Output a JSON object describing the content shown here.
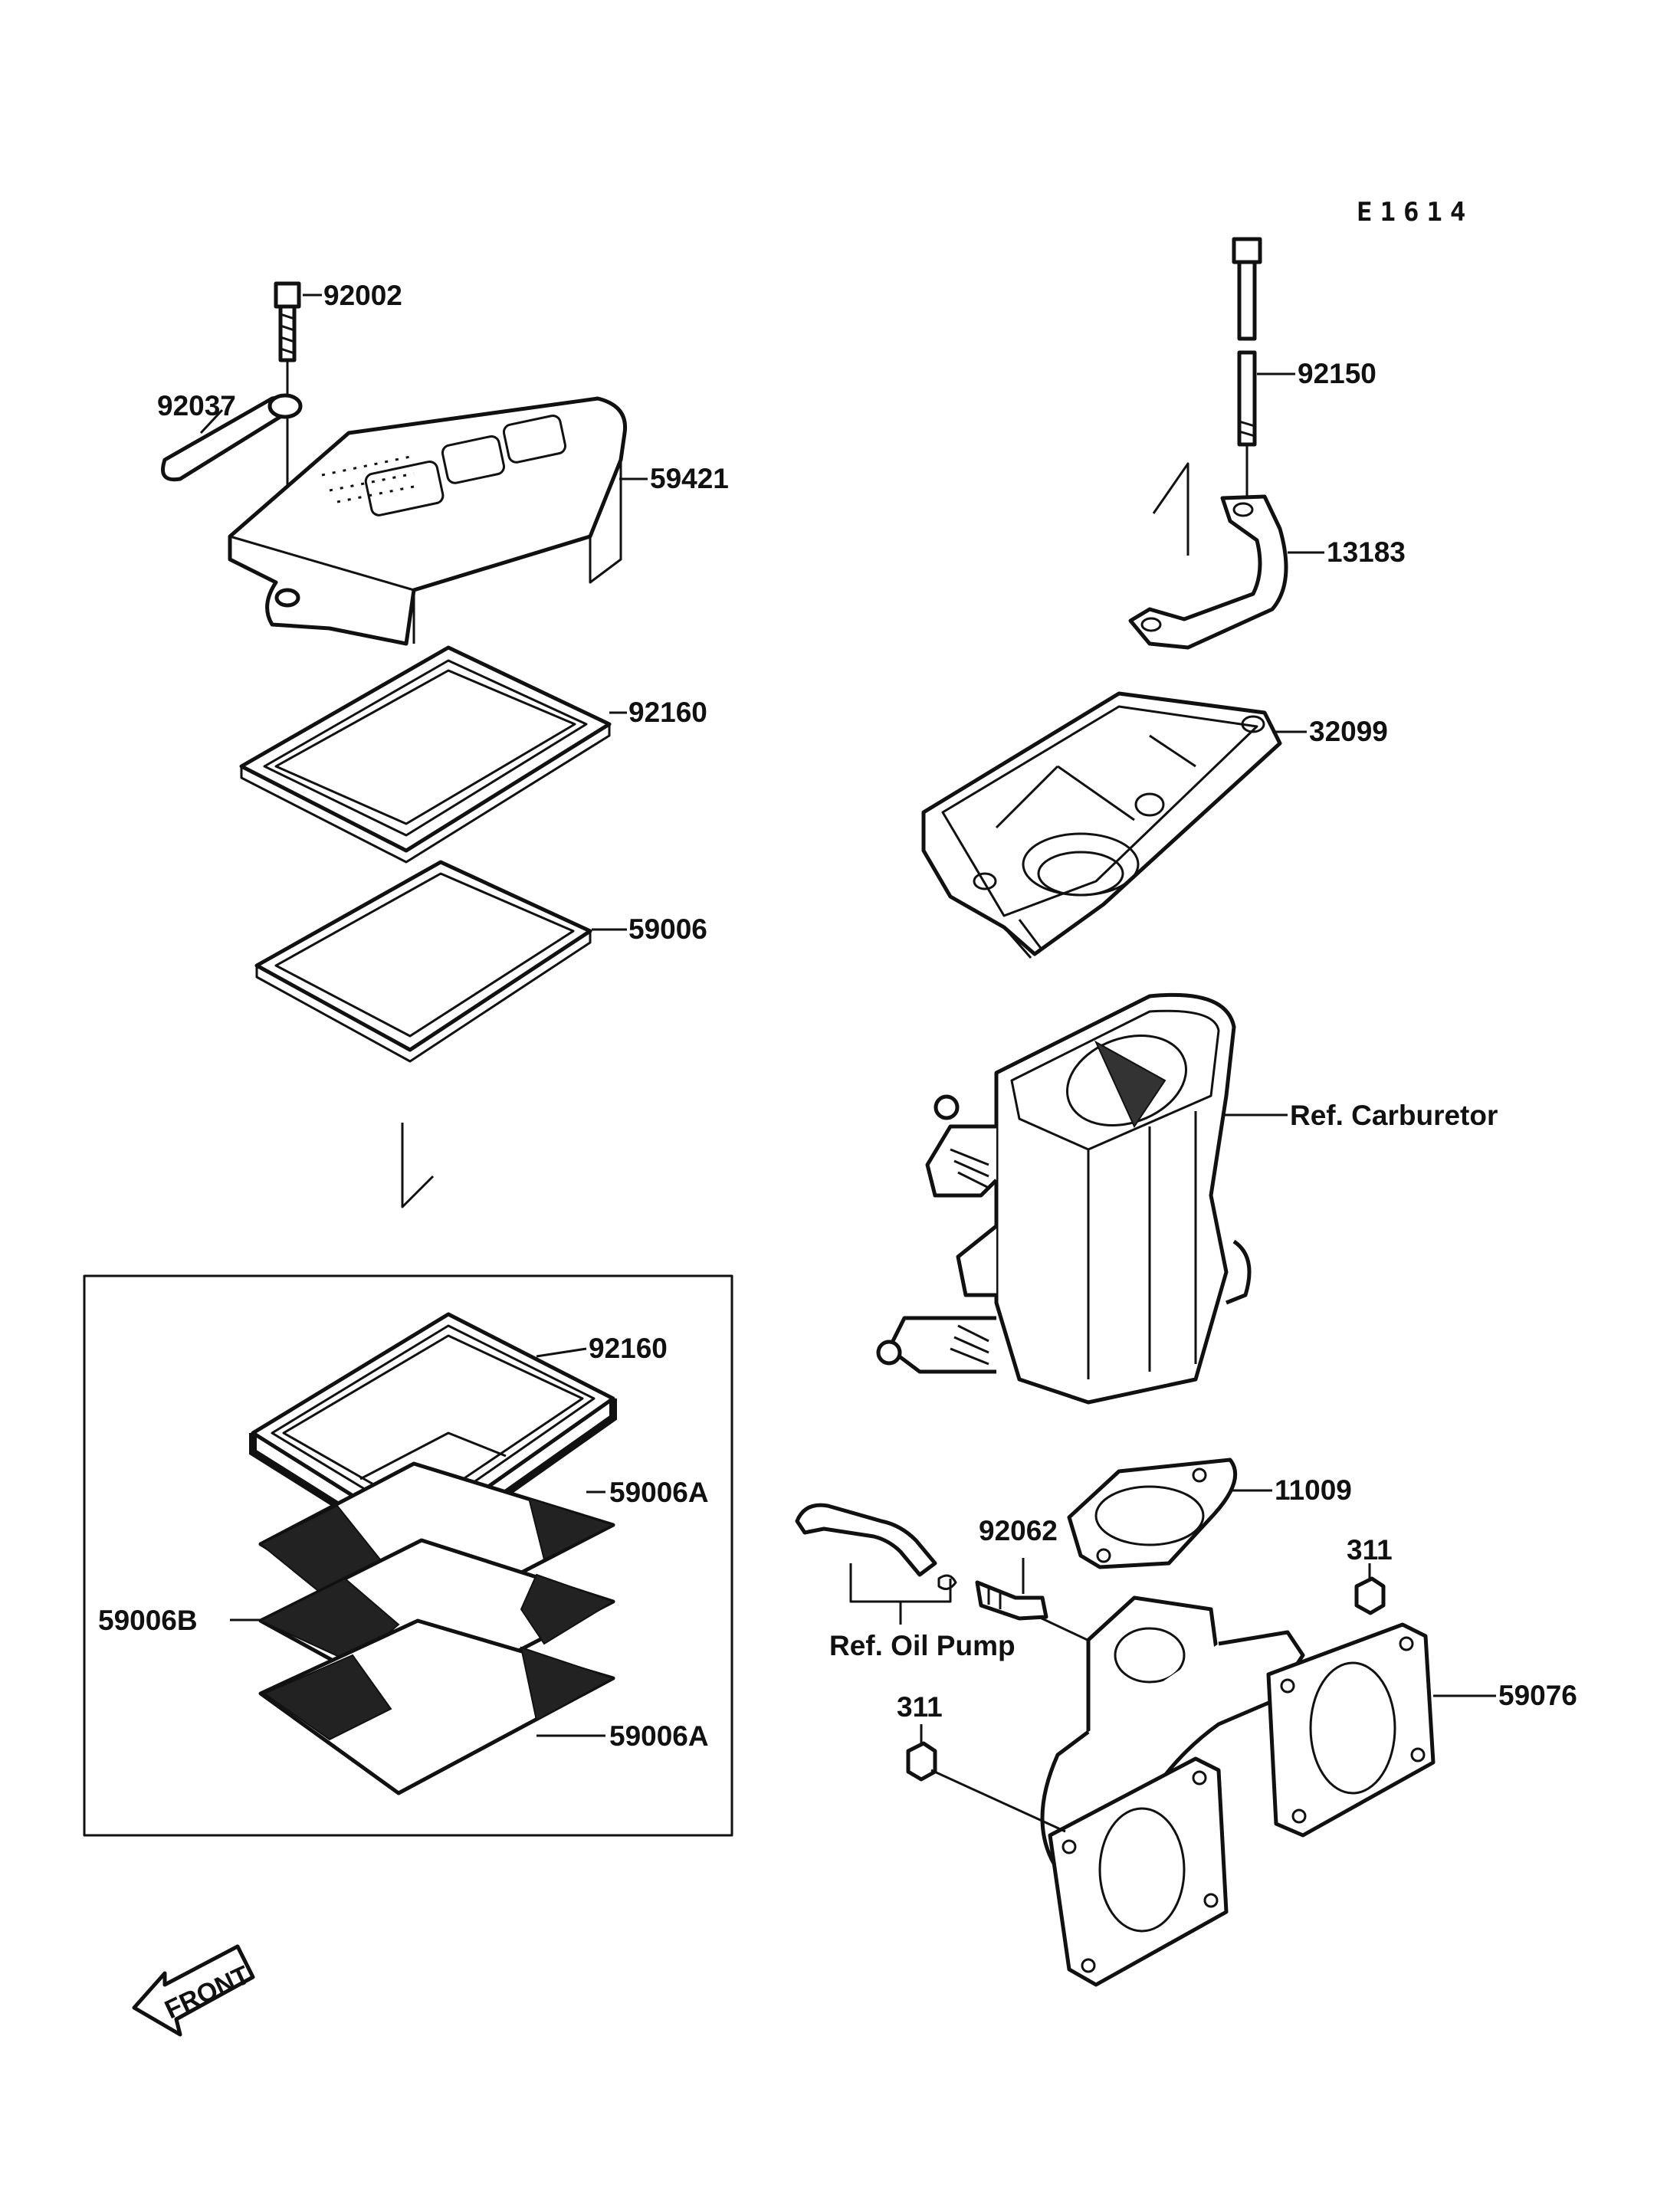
{
  "diagram_code": "E1614",
  "front_label": "FRONT",
  "callouts": {
    "c92002": "92002",
    "c92037": "92037",
    "c59421": "59421",
    "c92160a": "92160",
    "c59006": "59006",
    "c92150": "92150",
    "c13183": "13183",
    "c32099": "32099",
    "ref_carburetor": "Ref. Carburetor",
    "c92160b": "92160",
    "c59006a_top": "59006A",
    "c59006b": "59006B",
    "c59006a_bottom": "59006A",
    "c92062": "92062",
    "c11009": "11009",
    "c311_right": "311",
    "ref_oil_pump": "Ref. Oil Pump",
    "c311_left": "311",
    "c59076": "59076"
  },
  "icons": [
    "front-arrow-icon"
  ]
}
